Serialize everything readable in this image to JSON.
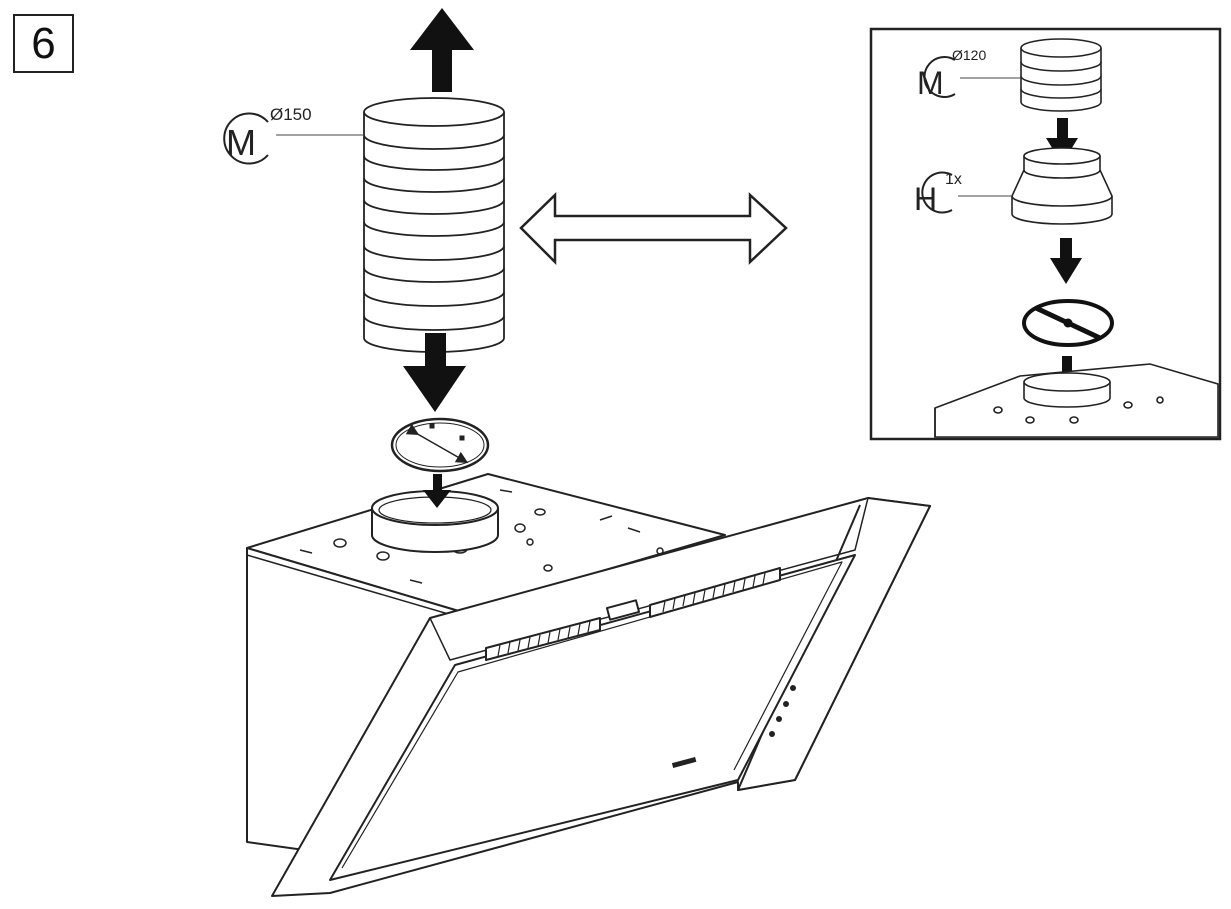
{
  "step": {
    "number": "6"
  },
  "parts": {
    "main_duct": {
      "letter": "M",
      "diameter": "Ø150"
    },
    "inset_duct": {
      "letter": "M",
      "diameter": "Ø120"
    },
    "reducer": {
      "letter": "H",
      "quantity": "1x"
    }
  },
  "colors": {
    "line": "#222222",
    "arrow": "#111111",
    "background": "#ffffff"
  }
}
